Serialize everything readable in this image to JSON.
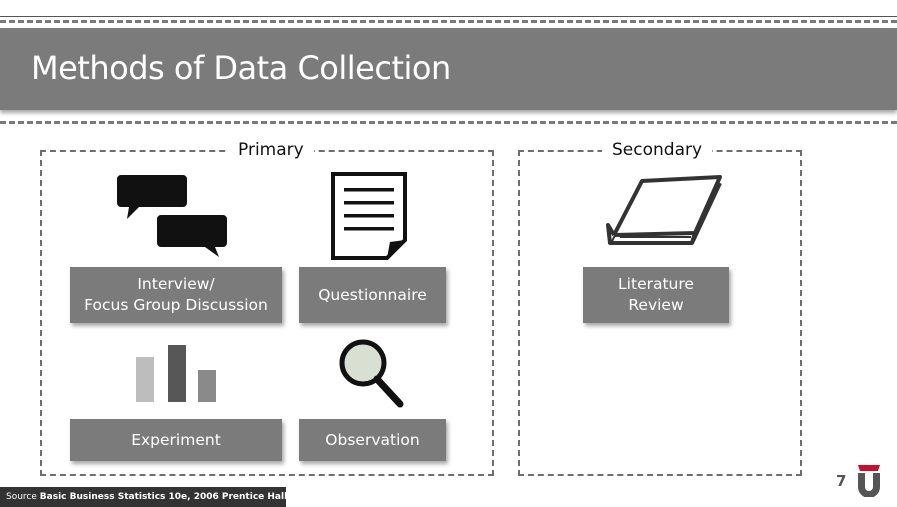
{
  "slide": {
    "title": "Methods of Data Collection",
    "page_number": "7"
  },
  "primary": {
    "label": "Primary",
    "methods": [
      {
        "label": "Interview/\nFocus Group Discussion",
        "icon": "chat-bubbles-icon"
      },
      {
        "label": "Questionnaire",
        "icon": "document-icon"
      },
      {
        "label": "Experiment",
        "icon": "bar-chart-icon"
      },
      {
        "label": "Observation",
        "icon": "magnifier-icon"
      }
    ]
  },
  "secondary": {
    "label": "Secondary",
    "methods": [
      {
        "label": "Literature\nReview",
        "icon": "book-icon"
      }
    ]
  },
  "source": {
    "prefix": "Source",
    "reference": "Basic Business Statistics 10e, 2006 Prentice Hall"
  },
  "colors": {
    "band": "#7b7b7b",
    "button": "#7b7b7b",
    "logo_red": "#c8102e",
    "logo_gray": "#555555"
  }
}
